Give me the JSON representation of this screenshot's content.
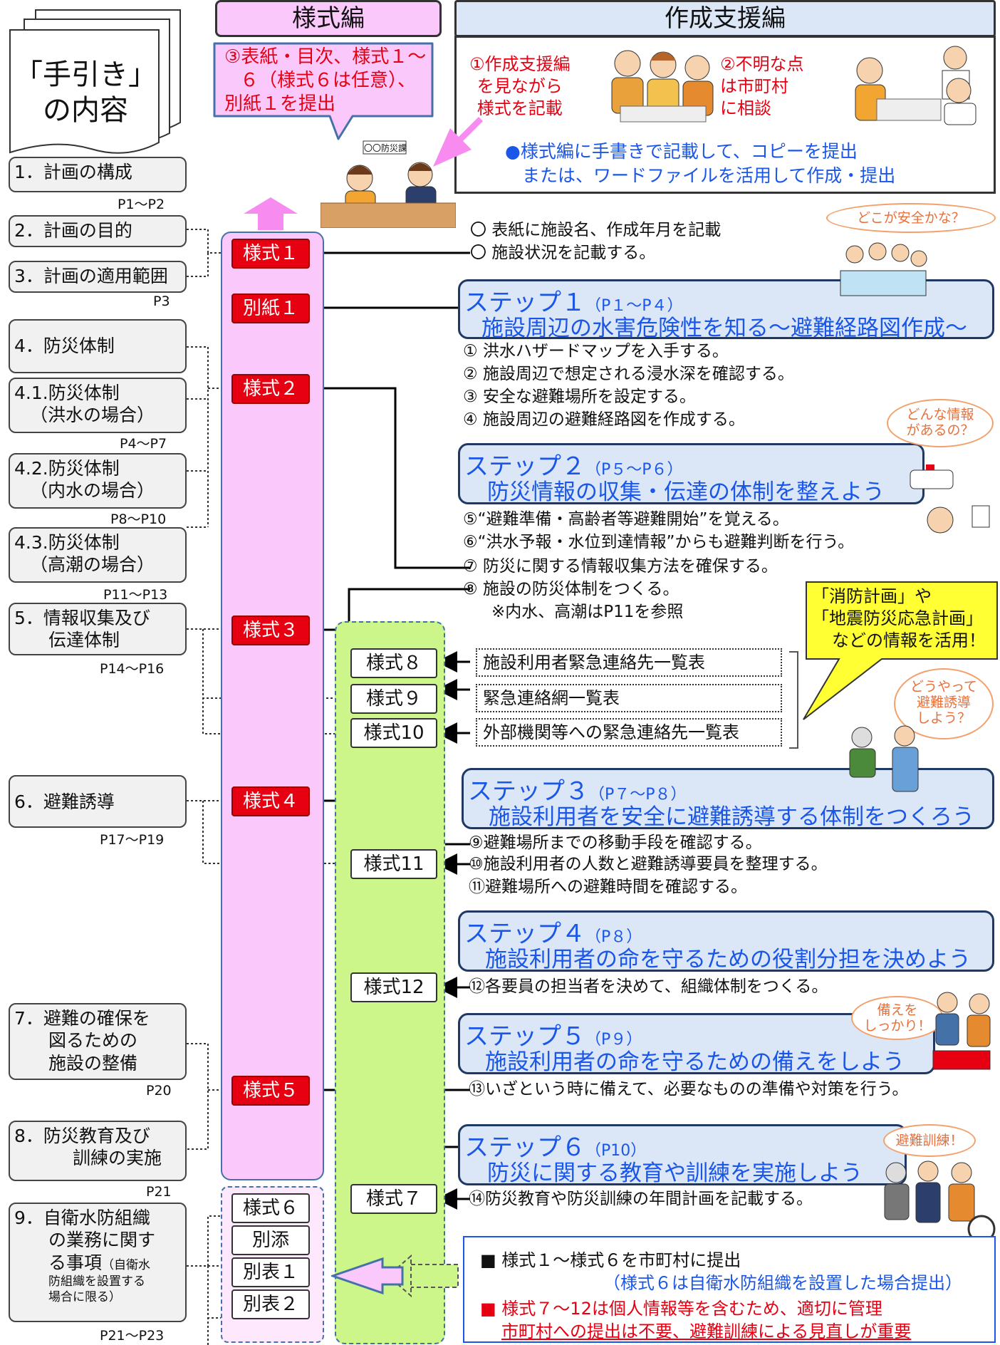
{
  "header": {
    "left_title": "様式編",
    "right_title": "作成支援編",
    "main_title_l1": "「手引き」",
    "main_title_l2": "の内容",
    "submit_note": [
      "③表紙・目次、様式１～",
      "６（様式６は任意）、",
      "別紙１を提出"
    ],
    "support_1": [
      "①作成支援編",
      "を見ながら",
      "様式を記載"
    ],
    "support_2": [
      "②不明な点",
      "は市町村",
      "に相談"
    ],
    "support_bullet_1": "●様式編に手書きで記載して、コピーを提出",
    "support_bullet_2": "または、ワードファイルを活用して作成・提出",
    "sign": "〇〇防災課"
  },
  "toc": [
    {
      "lines": [
        "1．計画の構成"
      ],
      "page": "P1～P2"
    },
    {
      "lines": [
        "2．計画の目的"
      ],
      "page": ""
    },
    {
      "lines": [
        "3．計画の適用範囲"
      ],
      "page": "P3"
    },
    {
      "lines": [
        "4．防災体制"
      ],
      "page": ""
    },
    {
      "lines": [
        "4.1.防災体制",
        "（洪水の場合）"
      ],
      "page": "P4～P7"
    },
    {
      "lines": [
        "4.2.防災体制",
        "（内水の場合）"
      ],
      "page": "P8～P10"
    },
    {
      "lines": [
        "4.3.防災体制",
        "（高潮の場合）"
      ],
      "page": "P11～P13"
    },
    {
      "lines": [
        "5．情報収集及び",
        "伝達体制"
      ],
      "page": "P14～P16"
    },
    {
      "lines": [
        "6．避難誘導"
      ],
      "page": "P17～P19"
    },
    {
      "lines": [
        "7．避難の確保を",
        "図るための",
        "施設の整備"
      ],
      "page": "P20"
    },
    {
      "lines": [
        "8．防災教育及び",
        "訓練の実施"
      ],
      "page": "P21"
    },
    {
      "lines": [
        "9．自衛水防組織",
        "の業務に関す",
        "る事項"
      ],
      "note": [
        "（自衛水",
        "防組織を設置する",
        "場合に限る）"
      ],
      "page": "P21～P23"
    }
  ],
  "forms_red": [
    "様式１",
    "別紙１",
    "様式２",
    "様式３",
    "様式４",
    "様式５"
  ],
  "forms_white": [
    "様式８",
    "様式９",
    "様式10",
    "様式11",
    "様式12",
    "様式７"
  ],
  "forms_bottom": [
    "様式６",
    "別添",
    "別表１",
    "別表２"
  ],
  "cover_lines": [
    "〇 表紙に施設名、作成年月を記載",
    "〇 施設状況を記載する。"
  ],
  "steps": [
    {
      "title": "ステップ１",
      "pages": "（P１～P４）",
      "subtitle": "施設周辺の水害危険性を知る～避難経路図作成～"
    },
    {
      "title": "ステップ２",
      "pages": "（P５～P６）",
      "subtitle": "防災情報の収集・伝達の体制を整えよう"
    },
    {
      "title": "ステップ３",
      "pages": "（P７～P８）",
      "subtitle": "施設利用者を安全に避難誘導する体制をつくろう"
    },
    {
      "title": "ステップ４",
      "pages": "（P８）",
      "subtitle": "施設利用者の命を守るための役割分担を決めよう"
    },
    {
      "title": "ステップ５",
      "pages": "（P９）",
      "subtitle": "施設利用者の命を守るための備えをしよう"
    },
    {
      "title": "ステップ６",
      "pages": "（P10）",
      "subtitle": "防災に関する教育や訓練を実施しよう"
    }
  ],
  "step1_items": [
    "① 洪水ハザードマップを入手する。",
    "② 施設周辺で想定される浸水深を確認する。",
    "③ 安全な避難場所を設定する。",
    "④ 施設周辺の避難経路図を作成する。"
  ],
  "step2_items": [
    "⑤“避難準備・高齢者等避難開始”を覚える。",
    "⑥“洪水予報・水位到達情報”からも避難判断を行う。",
    "⑦ 防災に関する情報収集方法を確保する。",
    "⑧ 施設の防災体制をつくる。",
    "※内水、高潮はP11を参照"
  ],
  "contact_rows": [
    "施設利用者緊急連絡先一覧表",
    "緊急連絡網一覧表",
    "外部機関等への緊急連絡先一覧表"
  ],
  "callout_yellow": [
    "「消防計画」や",
    "「地震防災応急計画」",
    "などの情報を活用！"
  ],
  "step3_items": [
    "⑨避難場所までの移動手段を確認する。",
    "⑩施設利用者の人数と避難誘導要員を整理する。",
    "⑪避難場所への避難時間を確認する。"
  ],
  "step4_items": [
    "⑫各要員の担当者を決めて、組織体制をつくる。"
  ],
  "step5_items": [
    "⑬いざという時に備えて、必要なものの準備や対策を行う。"
  ],
  "step6_items": [
    "⑭防災教育や防災訓練の年間計画を記載する。"
  ],
  "bubbles": [
    "どこが安全かな？",
    "どんな情報\nがあるの？",
    "どうやって\n避難誘導\nしよう？",
    "備えを\nしっかり！",
    "避難訓練！"
  ],
  "footer": {
    "l1": "■ 様式１～様式６を市町村に提出",
    "l2": "（様式６は自衛水防組織を設置した場合提出）",
    "l3": "■ 様式７～12は個人情報等を含むため、適切に管理",
    "l4": "市町村への提出は不要、避難訓練による見直しが重要"
  },
  "colors": {
    "pink": "#fbc8fb",
    "green": "#ccf58a",
    "red": "#e60012",
    "blue": "#1a56e8",
    "stepbg": "#dbe7f7"
  }
}
